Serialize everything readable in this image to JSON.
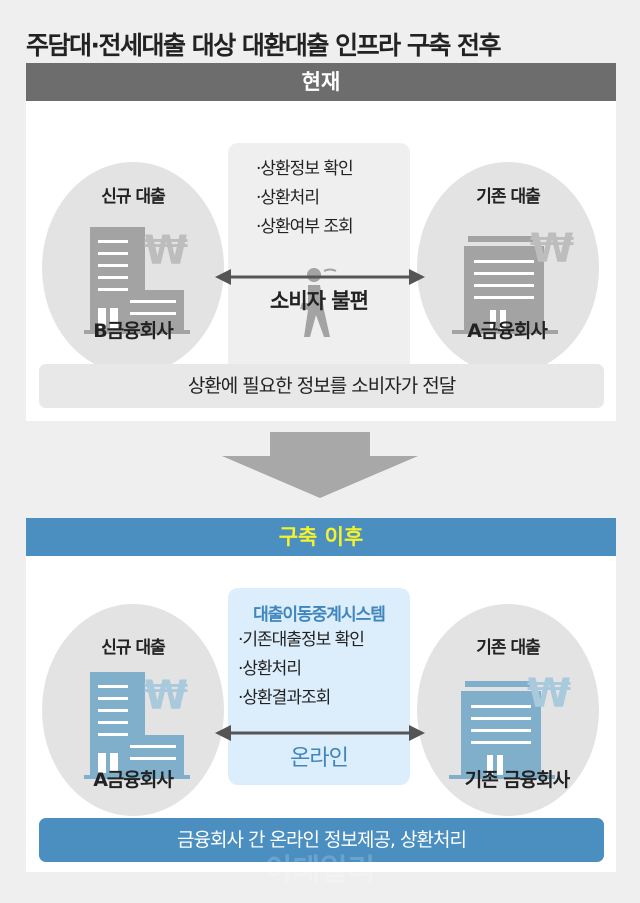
{
  "title": "주담대·전세대출 대상 대환대출 인프라 구축 전후",
  "before": {
    "header": "현재",
    "left": {
      "label": "신규 대출",
      "company": "B금융회사"
    },
    "right": {
      "label": "기존 대출",
      "company": "A금융회사"
    },
    "steps": [
      "·상환정보 확인",
      "·상환처리",
      "·상환여부 조회"
    ],
    "center_caption": "소비자 불편",
    "summary": "상환에 필요한 정보를 소비자가 전달"
  },
  "after": {
    "header": "구축 이후",
    "left": {
      "label": "신규 대출",
      "company": "A금융회사"
    },
    "right": {
      "label": "기존 대출",
      "company": "기존 금융회사"
    },
    "system_name": "대출이동중계시스템",
    "steps": [
      "·기존대출정보 확인",
      "·상환처리",
      "·상환결과조회"
    ],
    "center_caption": "온라인",
    "summary": "금융회사 간 온라인 정보제공, 상환처리"
  },
  "watermark": "이데일리",
  "colors": {
    "gray_header": "#6d6d6d",
    "blue_header": "#4b8fc1",
    "header_yellow": "#f5f12a",
    "building_gray": "#a3a3a3",
    "building_blue": "#7fafca",
    "light_blue": "#dcedfb"
  }
}
